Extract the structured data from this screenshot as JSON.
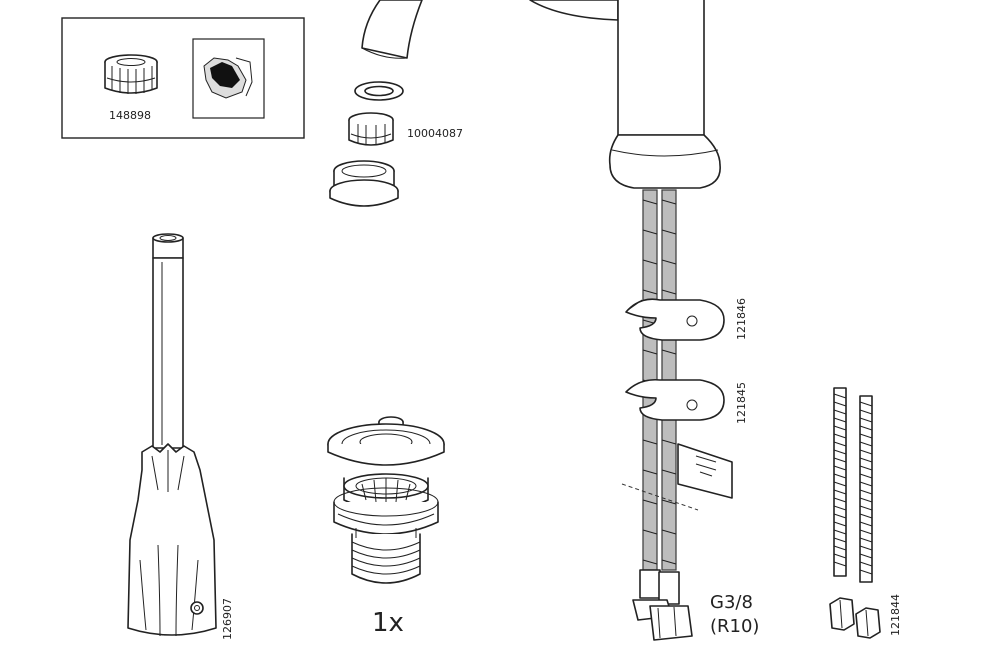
{
  "parts": {
    "aerator_key_code": "148898",
    "aerator_code": "10004087",
    "spindle_code": "126907",
    "drain_quantity": "1x",
    "washer_top_code": "121846",
    "washer_bottom_code": "121845",
    "stud_code": "121844",
    "thread_size": "G3/8",
    "thread_standard": "(R10)"
  }
}
